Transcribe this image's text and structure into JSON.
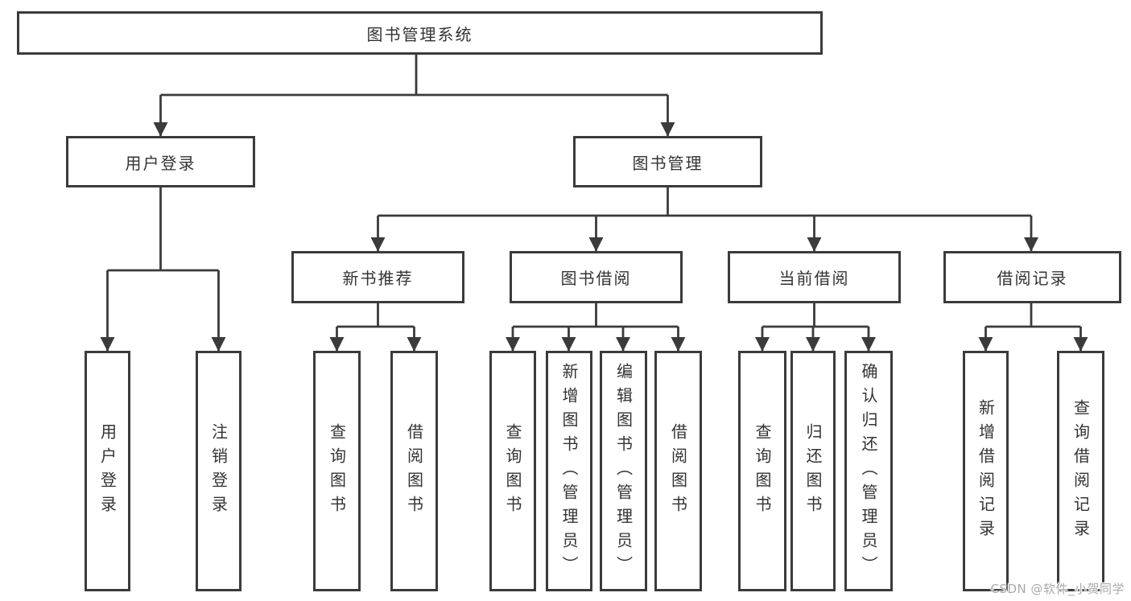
{
  "diagram_title": "图书管理系统",
  "tree": {
    "root": {
      "label": "图书管理系统"
    },
    "branches": [
      {
        "label": "用户登录",
        "children": [
          {
            "label": "用户登录"
          },
          {
            "label": "注销登录"
          }
        ]
      },
      {
        "label": "图书管理",
        "children": [
          {
            "label": "新书推荐",
            "children": [
              {
                "label": "查询图书"
              },
              {
                "label": "借阅图书"
              }
            ]
          },
          {
            "label": "图书借阅",
            "children": [
              {
                "label": "查询图书"
              },
              {
                "label": "新增图书（管理员）"
              },
              {
                "label": "编辑图书（管理员）"
              },
              {
                "label": "借阅图书"
              }
            ]
          },
          {
            "label": "当前借阅",
            "children": [
              {
                "label": "查询图书"
              },
              {
                "label": "归还图书"
              },
              {
                "label": "确认归还（管理员）"
              }
            ]
          },
          {
            "label": "借阅记录",
            "children": [
              {
                "label": "新增借阅记录"
              },
              {
                "label": "查询借阅记录"
              }
            ]
          }
        ]
      }
    ]
  },
  "watermark": {
    "text": "CSDN @软件_小贺同学"
  },
  "colors": {
    "line": "#3b3b3b",
    "box_border": "#3b3b3b",
    "box_background": "#ffffff",
    "text": "#333333",
    "watermark_text": "#a9a9a9",
    "page_background": "#ffffff"
  }
}
